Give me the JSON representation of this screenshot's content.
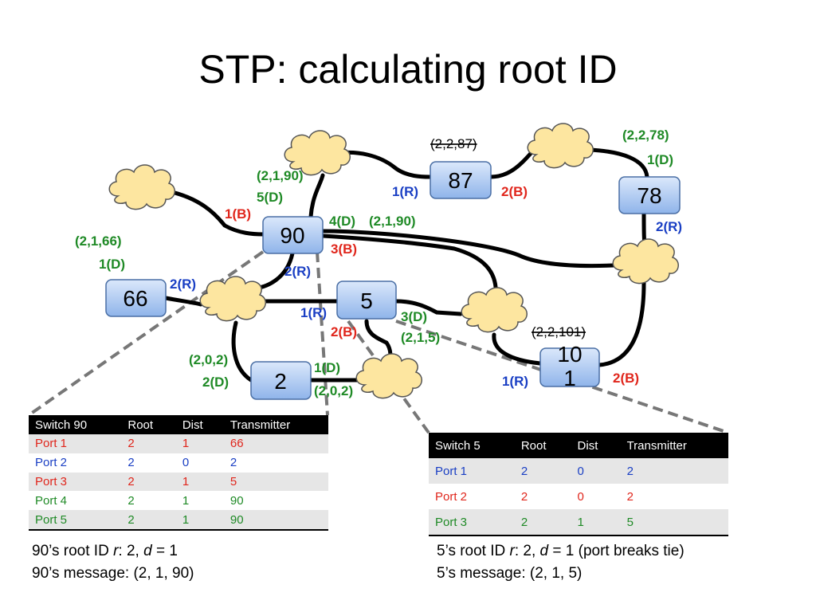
{
  "title": "STP: calculating root ID",
  "switches": {
    "s90": "90",
    "s87": "87",
    "s78": "78",
    "s66": "66",
    "s5": "5",
    "s2": "2",
    "s101": "10\n1"
  },
  "labels": {
    "s90_p1": "1(B)",
    "s90_p5_msg": "(2,1,90)",
    "s90_p5": "5(D)",
    "s90_p4": "4(D)",
    "s90_p4_msg": "(2,1,90)",
    "s90_p3": "3(B)",
    "s90_p2": "2(R)",
    "s87_msg": "(2,2,87)",
    "s87_p1": "1(R)",
    "s87_p2": "2(B)",
    "s78_msg": "(2,2,78)",
    "s78_p1": "1(D)",
    "s78_p2": "2(R)",
    "s66_msg": "(2,1,66)",
    "s66_p1": "1(D)",
    "s66_p2": "2(R)",
    "s5_p1": "1(R)",
    "s5_p2": "2(B)",
    "s5_p3": "3(D)",
    "s5_p3_msg": "(2,1,5)",
    "s2_p2_msg": "(2,0,2)",
    "s2_p2": "2(D)",
    "s2_p1": "1(D)",
    "s2_p1_msg": "(2,0,2)",
    "s101_msg": "(2,2,101)",
    "s101_p1": "1(R)",
    "s101_p2": "2(B)"
  },
  "table90": {
    "headers": [
      "Switch 90",
      "Root",
      "Dist",
      "Transmitter"
    ],
    "rows": [
      [
        "Port 1",
        "2",
        "1",
        "66"
      ],
      [
        "Port 2",
        "2",
        "0",
        "2"
      ],
      [
        "Port 3",
        "2",
        "1",
        "5"
      ],
      [
        "Port 4",
        "2",
        "1",
        "90"
      ],
      [
        "Port 5",
        "2",
        "1",
        "90"
      ]
    ]
  },
  "table5": {
    "headers": [
      "Switch 5",
      "Root",
      "Dist",
      "Transmitter"
    ],
    "rows": [
      [
        "Port 1",
        "2",
        "0",
        "2"
      ],
      [
        "Port 2",
        "2",
        "0",
        "2"
      ],
      [
        "Port 3",
        "2",
        "1",
        "5"
      ]
    ]
  },
  "notes90": {
    "line1_a": "90’s root ID ",
    "line1_r": "r",
    "line1_b": ": 2, ",
    "line1_d": "d",
    "line1_c": " = 1",
    "line2": "90’s message: (2, 1, 90)"
  },
  "notes5": {
    "line1_a": "5’s root ID ",
    "line1_r": "r",
    "line1_b": ": 2, ",
    "line1_d": "d",
    "line1_c": " = 1 (port breaks tie)",
    "line2": "5’s message: (2, 1, 5)"
  },
  "colors": {
    "red": "#e0261c",
    "blue": "#1a3fc4",
    "green": "#1f8a26",
    "cloud": "#fde6a0",
    "switch": "#aecbf3"
  }
}
